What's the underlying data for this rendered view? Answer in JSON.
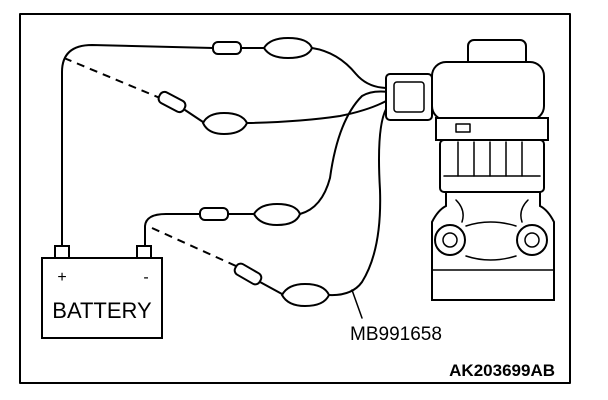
{
  "diagram": {
    "battery_plus": "+",
    "battery_minus": "-",
    "battery_label": "BATTERY",
    "tool_label": "MB991658",
    "figure_code": "AK203699AB"
  }
}
